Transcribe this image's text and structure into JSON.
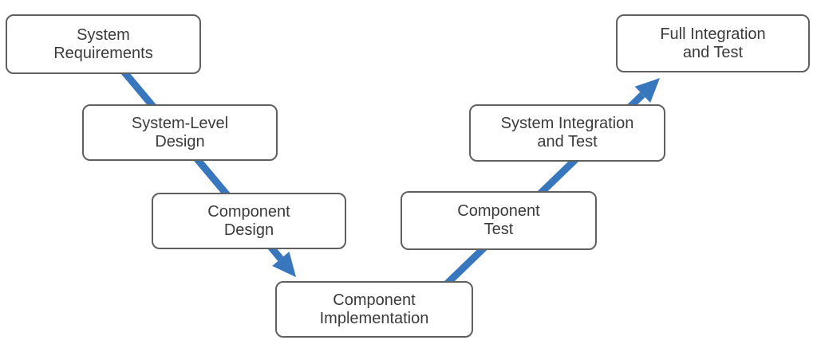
{
  "diagram": {
    "type": "v-model-process",
    "nodes": [
      {
        "id": "system-requirements",
        "label": "System\nRequirements"
      },
      {
        "id": "system-level-design",
        "label": "System-Level\nDesign"
      },
      {
        "id": "component-design",
        "label": "Component\nDesign"
      },
      {
        "id": "component-implementation",
        "label": "Component\nImplementation"
      },
      {
        "id": "component-test",
        "label": "Component\nTest"
      },
      {
        "id": "system-integration-and-test",
        "label": "System Integration\nand Test"
      },
      {
        "id": "full-integration-and-test",
        "label": "Full Integration\nand Test"
      }
    ],
    "arrows": [
      {
        "id": "left-descent-arrow",
        "from": "system-requirements",
        "to": "component-implementation",
        "direction": "down-right",
        "passes_behind": [
          "system-level-design",
          "component-design"
        ]
      },
      {
        "id": "right-ascent-arrow",
        "from": "component-implementation",
        "to": "full-integration-and-test",
        "direction": "up-right",
        "passes_behind": [
          "component-test",
          "system-integration-and-test"
        ]
      }
    ]
  },
  "colors": {
    "arrow": "#3877BD",
    "box_border": "#606060",
    "text": "#3B3B3B",
    "background": "#FFFFFF"
  }
}
